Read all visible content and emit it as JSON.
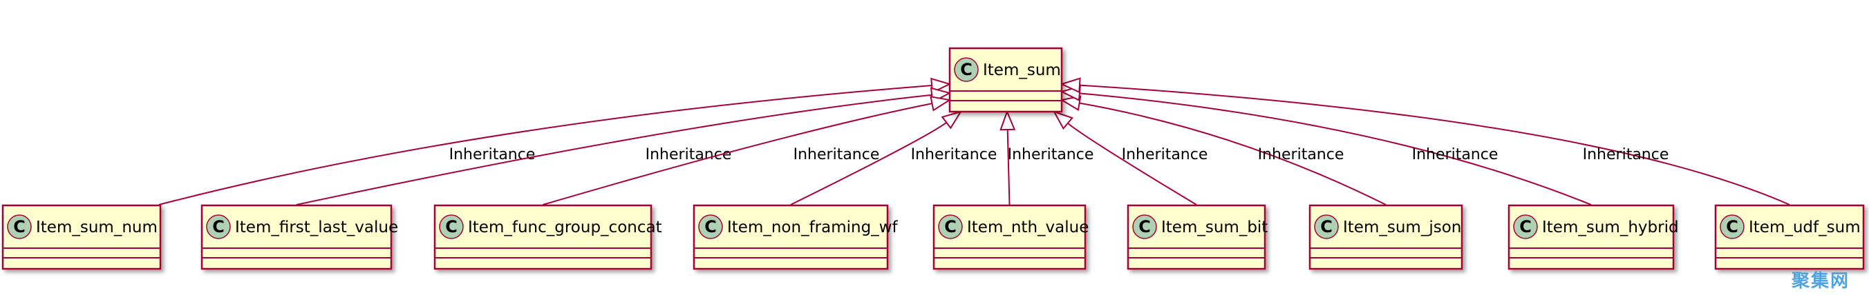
{
  "diagram": {
    "parent": {
      "name": "Item_sum",
      "stereotype": "C"
    },
    "children": [
      {
        "name": "Item_sum_num",
        "stereotype": "C",
        "edge_label": "Inheritance"
      },
      {
        "name": "Item_first_last_value",
        "stereotype": "C",
        "edge_label": "Inheritance"
      },
      {
        "name": "Item_func_group_concat",
        "stereotype": "C",
        "edge_label": "Inheritance"
      },
      {
        "name": "Item_non_framing_wf",
        "stereotype": "C",
        "edge_label": "Inheritance"
      },
      {
        "name": "Item_nth_value",
        "stereotype": "C",
        "edge_label": "Inheritance"
      },
      {
        "name": "Item_sum_bit",
        "stereotype": "C",
        "edge_label": "Inheritance"
      },
      {
        "name": "Item_sum_json",
        "stereotype": "C",
        "edge_label": "Inheritance"
      },
      {
        "name": "Item_sum_hybrid",
        "stereotype": "C",
        "edge_label": "Inheritance"
      },
      {
        "name": "Item_udf_sum",
        "stereotype": "C",
        "edge_label": "Inheritance"
      }
    ],
    "colors": {
      "box_fill": "#fefece",
      "box_border": "#a80036",
      "edge": "#a80036",
      "stereotype_fill": "#add1b2"
    }
  },
  "watermark": "聚集网"
}
